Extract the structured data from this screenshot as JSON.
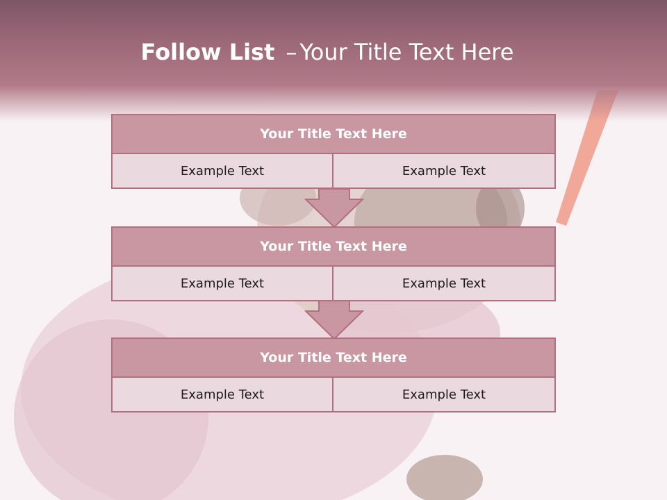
{
  "slide": {
    "title_bold": "Follow List",
    "title_dash": "–",
    "title_rest": "Your Title Text Here"
  },
  "blocks": [
    {
      "title": "Your Title Text Here",
      "left_text": "Example Text",
      "right_text": "Example Text"
    },
    {
      "title": "Your Title Text Here",
      "left_text": "Example Text",
      "right_text": "Example Text"
    },
    {
      "title": "Your Title Text Here",
      "left_text": "Example Text",
      "right_text": "Example Text"
    }
  ],
  "background": {
    "image": "pug-in-pink-sweater-with-carrot"
  },
  "colors": {
    "header_band": "#9c6978",
    "block_title_fill": "#c997a2",
    "block_cell_fill": "#ead9de",
    "border": "#b0707f"
  }
}
